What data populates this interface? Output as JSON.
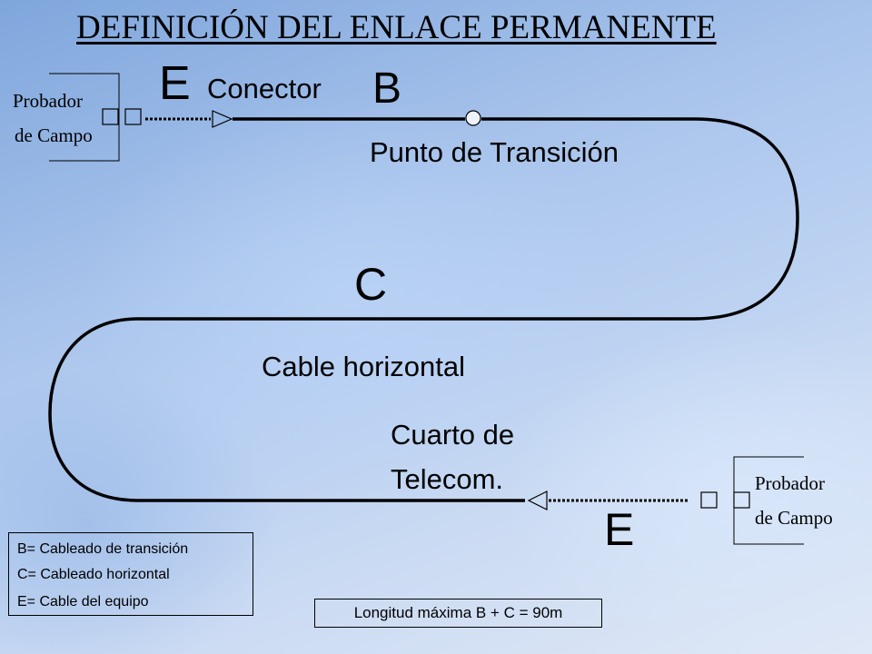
{
  "title": "DEFINICIÓN DEL ENLACE PERMANENTE",
  "labels": {
    "e_top": "E",
    "conector": "Conector",
    "b": "B",
    "punto_transicion": "Punto de Transición",
    "c": "C",
    "cable_horizontal": "Cable horizontal",
    "cuarto_line1": "Cuarto de",
    "cuarto_line2": "Telecom.",
    "e_bottom": "E"
  },
  "testers": {
    "left": {
      "line1": "Probador",
      "line2": "de Campo"
    },
    "right": {
      "line1": "Probador",
      "line2": "de Campo"
    }
  },
  "legend": [
    "B= Cableado de transición",
    "C= Cableado horizontal",
    "E= Cable del equipo"
  ],
  "note": "Longitud máxima B + C  = 90m",
  "colors": {
    "line": "#000000",
    "background_top": "#7fa6dc",
    "background_bottom": "#dfe8f6"
  }
}
